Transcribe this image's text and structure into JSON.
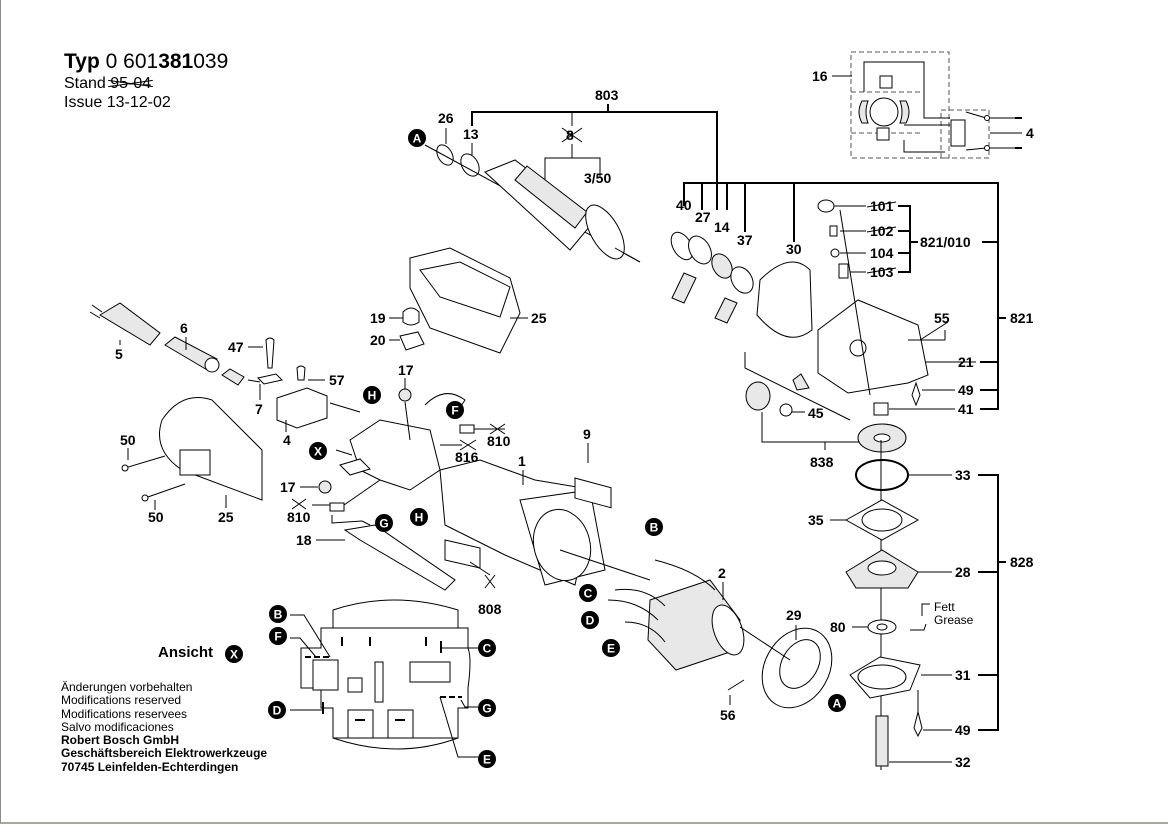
{
  "header": {
    "typ_label": "Typ",
    "typ_prefix": "0 601",
    "typ_bold": "381",
    "typ_suffix": "039",
    "stand_label": "Stand",
    "stand_value_struck": "95-04",
    "issue_label": "Issue",
    "issue_value": "13-12-02"
  },
  "footer": {
    "lines": [
      "Änderungen vorbehalten",
      "Modifications reserved",
      "Modifications reservees",
      "Salvo modificaciones"
    ],
    "company": [
      "Robert Bosch GmbH",
      "Geschäftsbereich Elektrowerkzeuge",
      "70745 Leinfelden-Echterdingen"
    ]
  },
  "view_label": {
    "text": "Ansicht",
    "marker": "X"
  },
  "grease_note": {
    "de": "Fett",
    "en": "Grease"
  },
  "part_labels": {
    "p803": "803",
    "p26": "26",
    "p13": "13",
    "p8a": "8",
    "p3_50": "3/50",
    "p40": "40",
    "p27": "27",
    "p14": "14",
    "p37": "37",
    "p30": "30",
    "p101": "101",
    "p102": "102",
    "p104": "104",
    "p103": "103",
    "p821_010": "821/010",
    "p821": "821",
    "p55": "55",
    "p21": "21",
    "p49a": "49",
    "p41": "41",
    "p45": "45",
    "p838": "838",
    "p33": "33",
    "p35": "35",
    "p28": "28",
    "p828": "828",
    "p80": "80",
    "p31": "31",
    "p49b": "49",
    "p32": "32",
    "p29": "29",
    "p2": "2",
    "p56": "56",
    "p16": "16",
    "p4a": "4",
    "p25a": "25",
    "p19": "19",
    "p20": "20",
    "p6": "6",
    "p5": "5",
    "p47": "47",
    "p57": "57",
    "p7": "7",
    "p4b": "4",
    "p17a": "17",
    "p810a": "810",
    "p816": "816",
    "p9": "9",
    "p1": "1",
    "p50a": "50",
    "p50b": "50",
    "p25b": "25",
    "p17b": "17",
    "p810b": "810",
    "p18": "18",
    "p808": "808"
  },
  "struck_parts": [
    "8",
    "101",
    "102",
    "103",
    "28",
    "810",
    "816",
    "808"
  ],
  "connector_markers": {
    "A1": "A",
    "A2": "A",
    "B1": "B",
    "B2": "B",
    "C1": "C",
    "C2": "C",
    "D1": "D",
    "D2": "D",
    "E1": "E",
    "E2": "E",
    "F1": "F",
    "F2": "F",
    "G1": "G",
    "G2": "G",
    "H1": "H",
    "H2": "H",
    "X1": "X"
  }
}
